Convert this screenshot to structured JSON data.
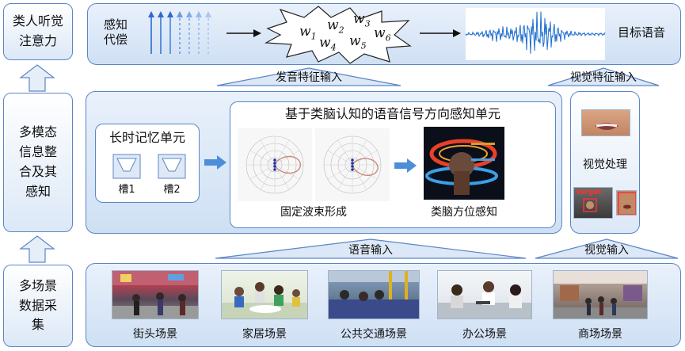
{
  "left": {
    "attention": "类人听觉\n注意力",
    "fusion": "多模态\n信息整\n合及其\n感知",
    "collection": "多场景\n数据采\n集"
  },
  "top": {
    "compensation": "感知\n代偿",
    "weights": [
      "w1",
      "w2",
      "w3",
      "w4",
      "w5",
      "w6"
    ],
    "target_speech": "目标语音"
  },
  "arrows": {
    "pronunciation_input": "发音特征输入",
    "visual_feature_input": "视觉特征输入",
    "speech_input": "语音输入",
    "visual_input": "视觉输入"
  },
  "middle": {
    "memory_title": "长时记忆单元",
    "slots": [
      "槽1",
      "槽2"
    ],
    "unit_title": "基于类脑认知的语音信号方向感知单元",
    "beamforming": "固定波束形成",
    "brain_orientation": "类脑方位感知",
    "visual_processing": "视觉处理",
    "target_tag": "target"
  },
  "scenes": [
    "街头场景",
    "家居场景",
    "公共交通场景",
    "办公场景",
    "商场场景"
  ],
  "colors": {
    "accent": "#5b86c5",
    "arrow": "#d8e6f6",
    "signal": "#1f6fd1",
    "polar_curve": "#c98b7a"
  }
}
